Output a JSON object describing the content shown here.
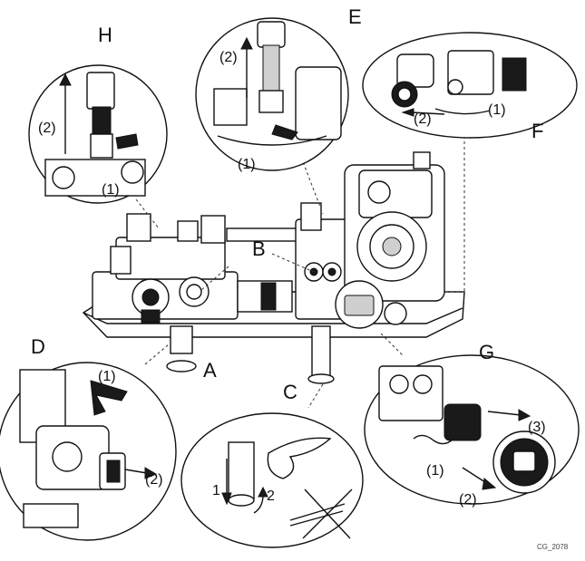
{
  "labels": {
    "A": "A",
    "B": "B",
    "C": "C",
    "D": "D",
    "E": "E",
    "F": "F",
    "G": "G",
    "H": "H"
  },
  "steps": {
    "h_1": "(1)",
    "h_2": "(2)",
    "e_1": "(1)",
    "e_2": "(2)",
    "f_1": "(1)",
    "f_2": "(2)",
    "d_1": "(1)",
    "d_2": "(2)",
    "g_1": "(1)",
    "g_2": "(2)",
    "g_3": "(3)",
    "c_1": "1",
    "c_2": "2"
  },
  "code": "CG_2078"
}
